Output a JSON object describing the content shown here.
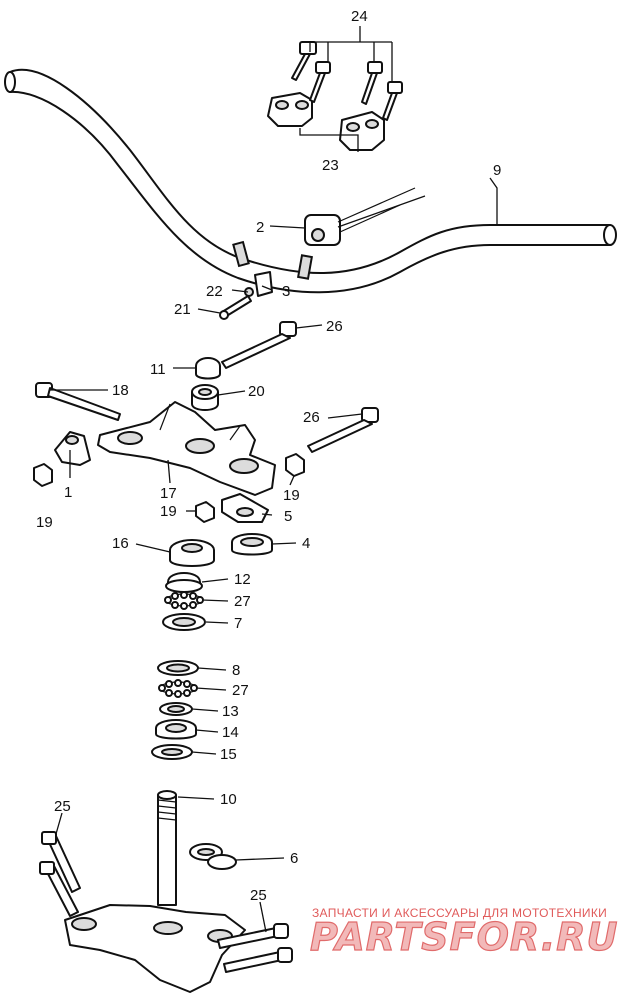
{
  "diagram": {
    "type": "exploded parts diagram",
    "callouts": {
      "c1": "1",
      "c2": "2",
      "c3": "3",
      "c4": "4",
      "c5": "5",
      "c6": "6",
      "c7": "7",
      "c8": "8",
      "c9": "9",
      "c10": "10",
      "c11": "11",
      "c12": "12",
      "c13": "13",
      "c14": "14",
      "c15": "15",
      "c16": "16",
      "c17": "17",
      "c18": "18",
      "c19a": "19",
      "c19b": "19",
      "c19c": "19",
      "c20": "20",
      "c21": "21",
      "c22": "22",
      "c23": "23",
      "c24": "24",
      "c25a": "25",
      "c25b": "25",
      "c26a": "26",
      "c26b": "26",
      "c27a": "27",
      "c27b": "27"
    }
  },
  "watermark": {
    "tagline": "ЗАПЧАСТИ И АКСЕССУАРЫ ДЛЯ МОТОТЕХНИКИ",
    "logo": "PARTSFOR.RU",
    "color": "#e05a5a"
  }
}
